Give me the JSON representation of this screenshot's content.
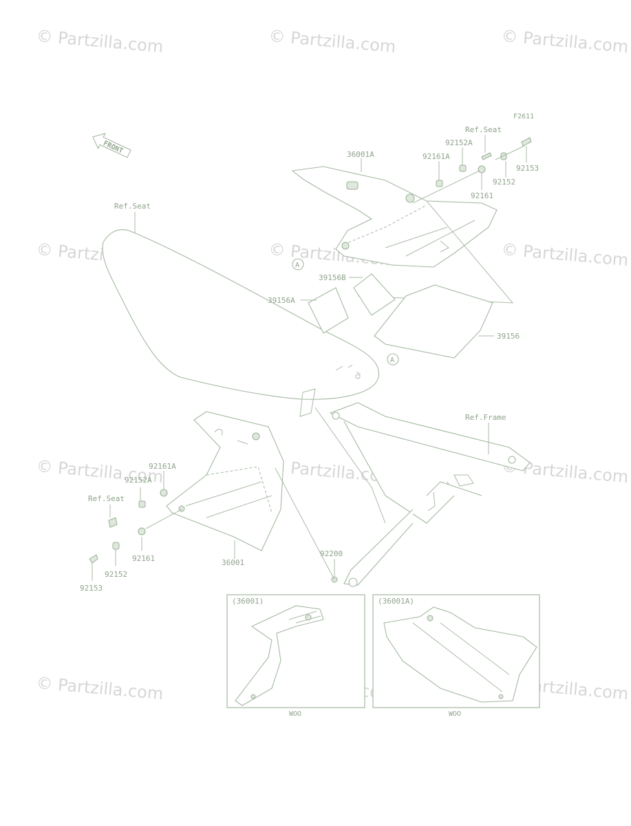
{
  "diagram_id": "F2611",
  "front_label": "FRONT",
  "watermark": "© Partzilla.com",
  "callout_letter": "A",
  "labels": {
    "p36001A": "36001A",
    "p92161A_top": "92161A",
    "p92152A_top": "92152A",
    "ref_seat_top": "Ref.Seat",
    "p92153_top": "92153",
    "p92152_top": "92152",
    "p92161_top": "92161",
    "ref_seat_left": "Ref.Seat",
    "p39156B": "39156B",
    "p39156A": "39156A",
    "p39156": "39156",
    "ref_frame": "Ref.Frame",
    "p92161A_bot": "92161A",
    "p92152A_bot": "92152A",
    "ref_seat_bot": "Ref.Seat",
    "p92161_bot": "92161",
    "p92152_bot": "92152",
    "p92153_bot": "92153",
    "p36001": "36001",
    "p92200": "92200"
  },
  "insets": [
    {
      "title": "(36001)",
      "caption": "WOO"
    },
    {
      "title": "(36001A)",
      "caption": "WOO"
    }
  ],
  "colors": {
    "line": "#a3b8a0",
    "text": "#8fa38c",
    "watermark": "#c9c9c9"
  }
}
